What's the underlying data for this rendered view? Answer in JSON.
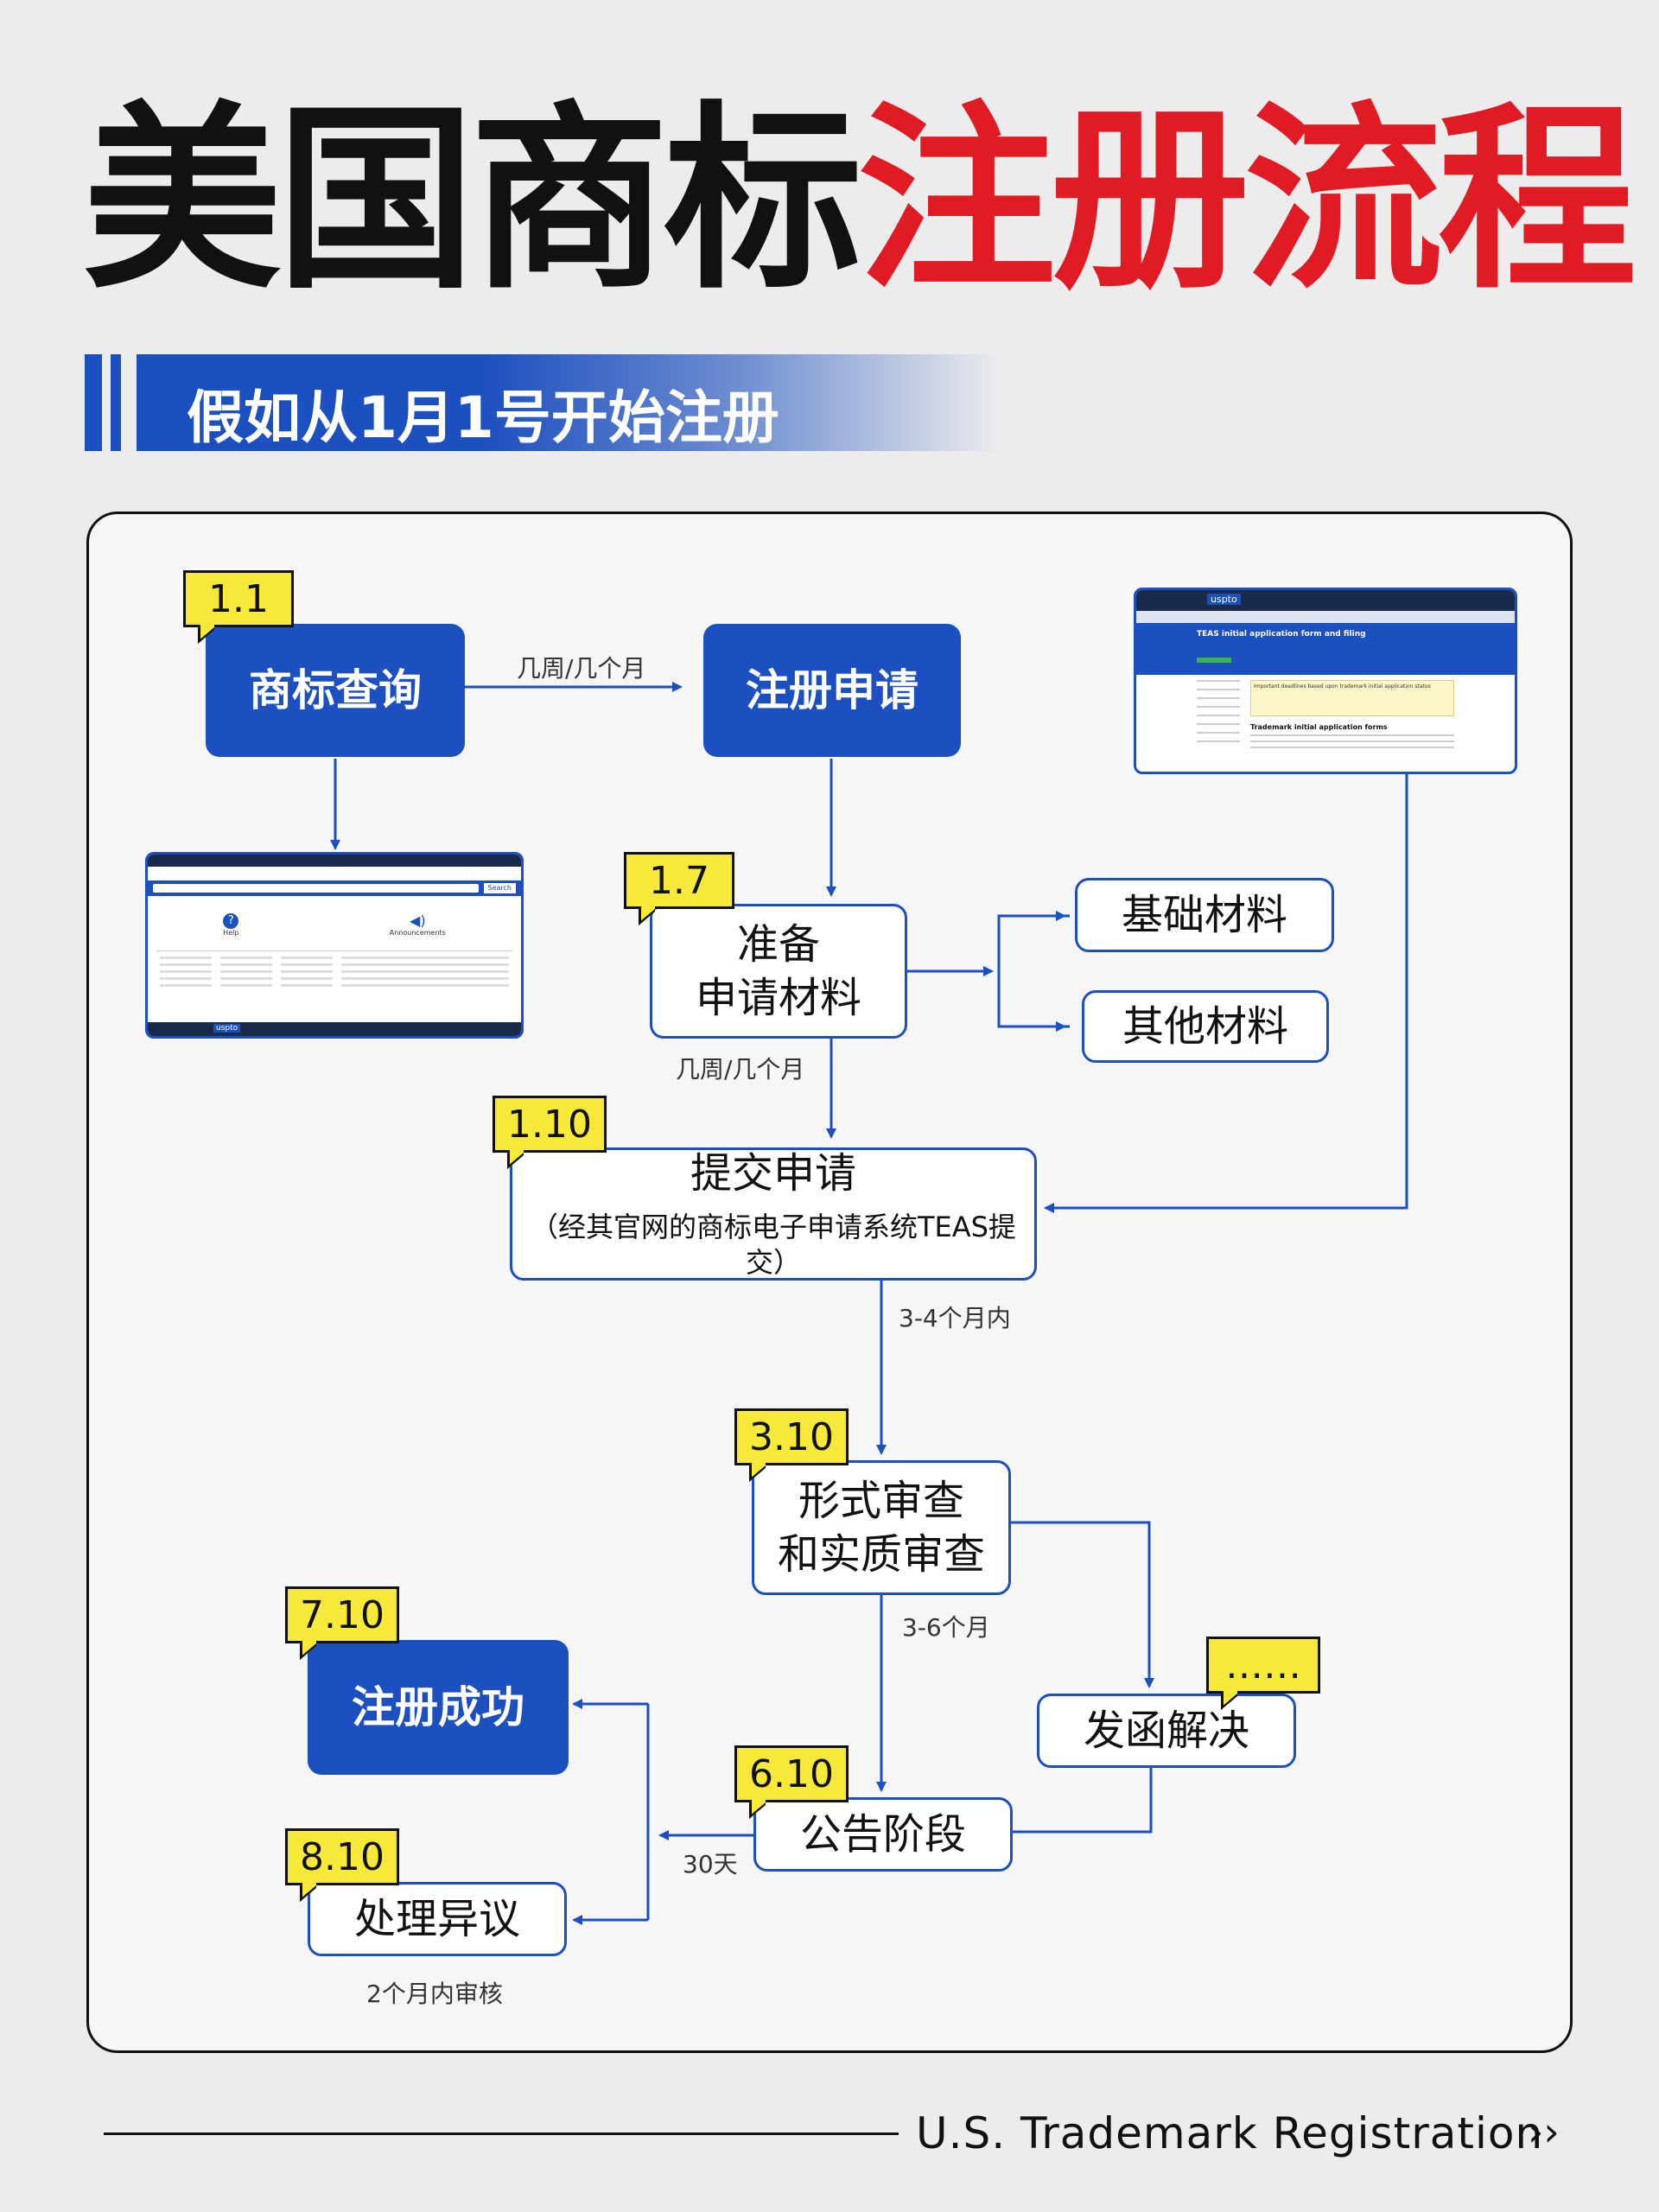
{
  "title": {
    "part1": "美国商标",
    "part2": "注册流程"
  },
  "subtitle": "假如从1月1号开始注册",
  "colors": {
    "accent": "#1c4fbf",
    "title_red": "#e01b24",
    "badge_yellow": "#f7e93a",
    "background": "#ececec"
  },
  "steps": {
    "search": {
      "badge": "1.1",
      "label": "商标查询"
    },
    "apply": {
      "label": "注册申请"
    },
    "prepare": {
      "badge": "1.7",
      "line1": "准备",
      "line2": "申请材料"
    },
    "basic_materials": {
      "label": "基础材料"
    },
    "other_materials": {
      "label": "其他材料"
    },
    "submit": {
      "badge": "1.10",
      "label": "提交申请",
      "sub": "（经其官网的商标电子申请系统TEAS提交）"
    },
    "examine": {
      "badge": "3.10",
      "line1": "形式审查",
      "line2": "和实质审查"
    },
    "office_action": {
      "badge": "……",
      "label": "发函解决"
    },
    "publication": {
      "badge": "6.10",
      "label": "公告阶段"
    },
    "success": {
      "badge": "7.10",
      "label": "注册成功"
    },
    "opposition": {
      "badge": "8.10",
      "label": "处理异议"
    }
  },
  "notes": {
    "search_to_apply": "几周/几个月",
    "prepare_to_submit": "几周/几个月",
    "submit_to_examine": "3-4个月内",
    "examine_to_publication": "3-6个月",
    "publication_period": "30天",
    "opposition_review": "2个月内审核"
  },
  "screenshot_teas": {
    "logo": "uspto",
    "heading": "TEAS initial application form and filing",
    "notice_title": "Important deadlines based upon trademark initial application status",
    "section_heading": "Trademark initial application forms"
  },
  "screenshot_search": {
    "search_button": "Search",
    "help_label": "Help",
    "announce_label": "Announcements",
    "logo": "uspto"
  },
  "footer": {
    "text": "U.S. Trademark Registration",
    "chevron": "››"
  }
}
